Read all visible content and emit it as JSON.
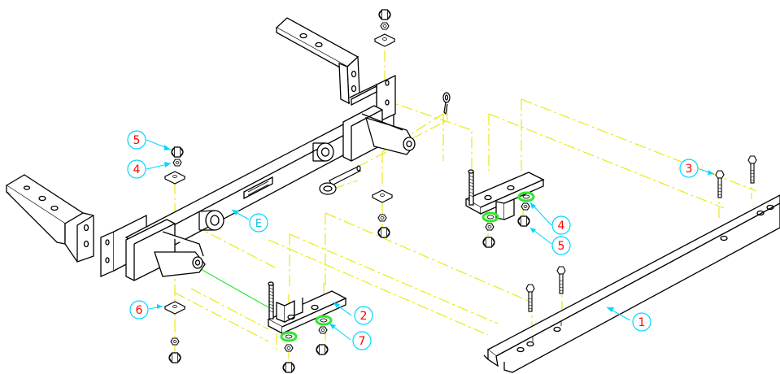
{
  "callouts": {
    "c1": "1",
    "c2": "2",
    "c3": "3",
    "c4a": "4",
    "c4b": "4",
    "c5a": "5",
    "c5b": "5",
    "c6": "6",
    "c7": "7",
    "cE": "E"
  },
  "colors": {
    "line": "#000000",
    "fill": "#ffffff",
    "guide": "#e8e800",
    "callout_circle": "#00d8ff",
    "callout_text": "#ff0000",
    "washer": "#2ee82e"
  }
}
